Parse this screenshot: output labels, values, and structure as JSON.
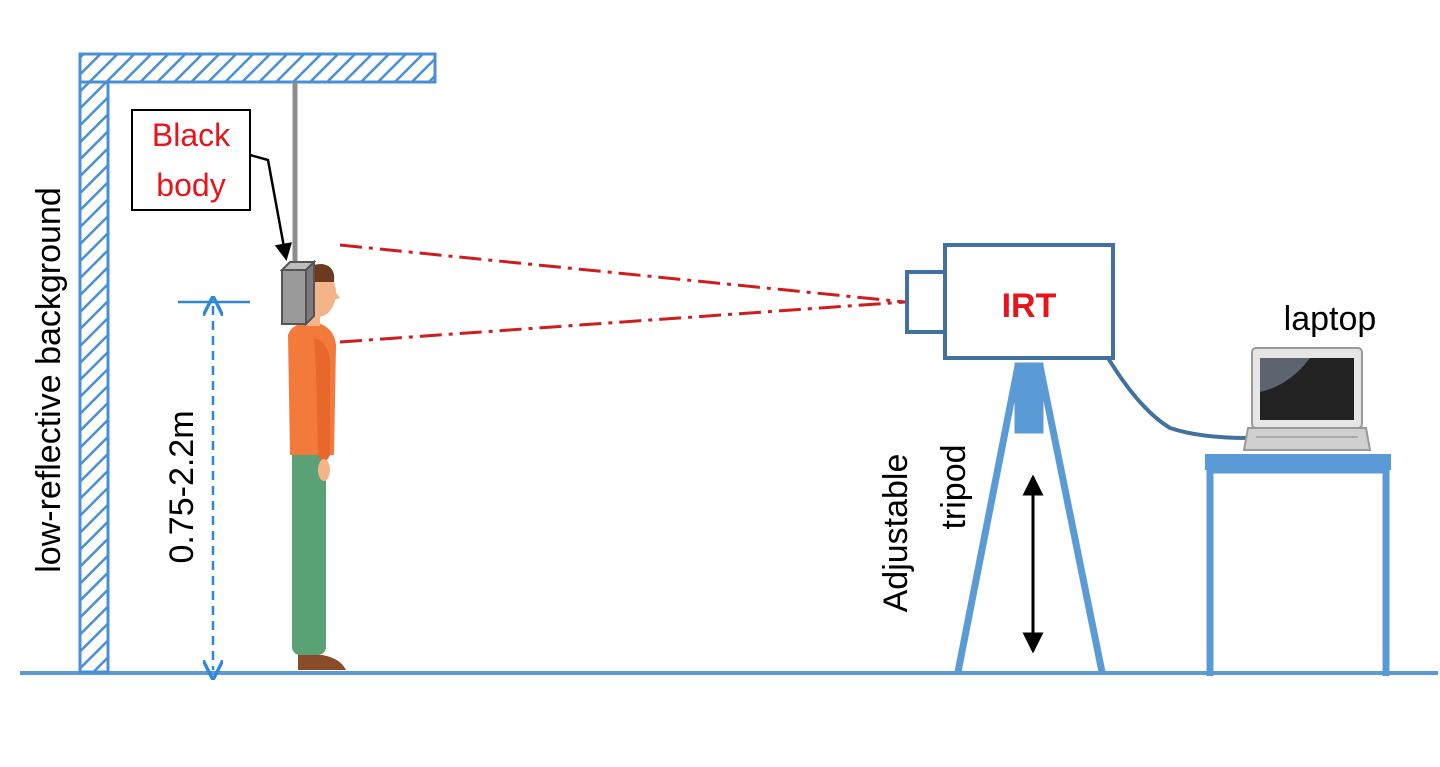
{
  "labels": {
    "wall": "low-reflective  background",
    "height": "0.75-2.2m",
    "blackbody_line1": "Black",
    "blackbody_line2": "body",
    "camera": "IRT",
    "laptop": "laptop",
    "tripod_line1": "Adjustable",
    "tripod_line2": "tripod"
  },
  "colors": {
    "structure_blue": "#5b9bd5",
    "outline_blue": "#41719c",
    "dim_blue": "#2e86de",
    "beam_red": "#cc1e1e",
    "label_red": "#e8141c",
    "shirt_orange": "#f47a3c",
    "pants_green": "#5aa276",
    "hair_brown": "#6b3a1f",
    "skin": "#f4b48a",
    "shoe_brown": "#8a4b2a"
  }
}
